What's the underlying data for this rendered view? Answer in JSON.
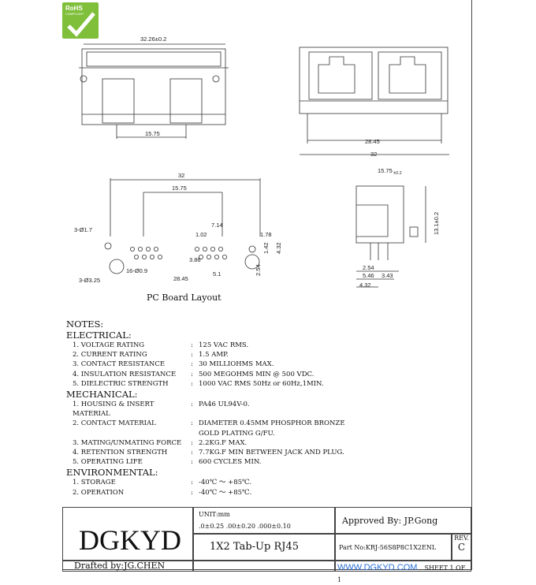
{
  "badge": {
    "title": "RoHS",
    "subtitle": "COMPLIANT"
  },
  "dimensions": {
    "top_width": "32.26±0.2",
    "top_inner": "15.75",
    "front_inner": "28.45",
    "front_total": "32",
    "pcb_total": "32",
    "pcb_span": "15.75",
    "pcb_714": "7.14",
    "pcb_102": "1.02",
    "pcb_178": "1.78",
    "pcb_386": "3.86",
    "pcb_142": "1.42",
    "pcb_432": "4.32",
    "pcb_254": "2.54",
    "pcb_51": "5.1",
    "pcb_2845": "28.45",
    "hole_17": "3-Ø1.7",
    "hole_09": "16-Ø0.9",
    "hole_325": "3-Ø3.25",
    "side_top": "15.75",
    "side_tol": "±0.2",
    "side_height": "13.1±0.2",
    "side_254": "2.54",
    "side_546": "5.46",
    "side_343": "3.43",
    "side_432": "4.32"
  },
  "pcb_label": "PC Board Layout",
  "notes": {
    "title": "NOTES:",
    "electrical": {
      "title": "ELECTRICAL:",
      "items": [
        {
          "k": "1. VOLTAGE RATING",
          "v": "125 VAC RMS."
        },
        {
          "k": "2. CURRENT RATING",
          "v": "1.5 AMP."
        },
        {
          "k": "3. CONTACT RESISTANCE",
          "v": "30 MILLIOHMS MAX."
        },
        {
          "k": "4. INSULATION RESISTANCE",
          "v": "500 MEGOHMS MIN @ 500 VDC."
        },
        {
          "k": "5. DIELECTRIC STRENGTH",
          "v": "1000 VAC RMS 50Hz or 60Hz,1MIN."
        }
      ]
    },
    "mechanical": {
      "title": "MECHANICAL:",
      "items": [
        {
          "k": "1. HOUSING & INSERT MATERIAL",
          "v": "PA46 UL94V-0."
        },
        {
          "k": "2. CONTACT MATERIAL",
          "v": "DIAMETER 0.45MM PHOSPHOR BRONZE",
          "v2": "GOLD PLATING G/FU."
        },
        {
          "k": "3. MATING/UNMATING FORCE",
          "v": "2.2KG.F MAX."
        },
        {
          "k": "4. RETENTION STRENGTH",
          "v": "7.7KG.F MIN BETWEEN JACK AND PLUG."
        },
        {
          "k": "5. OPERATING LIFE",
          "v": "600 CYCLES MIN."
        }
      ]
    },
    "environmental": {
      "title": "ENVIRONMENTAL:",
      "items": [
        {
          "k": "1. STORAGE",
          "v": "-40℃ ～ +85℃."
        },
        {
          "k": "2. OPERATION",
          "v": "-40℃ ～ +85℃."
        }
      ]
    }
  },
  "title_block": {
    "company": "DGKYD",
    "unit": "UNIT:mm",
    "tol": ".0±0.25  .00±0.20  .000±0.10",
    "approved": "Approved By: JP.Gong",
    "name": "1X2 Tab-Up RJ45",
    "part": "Part No:KRJ-56S8P8C1X2ENL",
    "rev_label": "REV.",
    "rev": "C",
    "drafted": "Drafted by:JG.CHEN",
    "www": "WWW.DGKYD.COM",
    "sheet": "SHEET  1  OF  1"
  }
}
